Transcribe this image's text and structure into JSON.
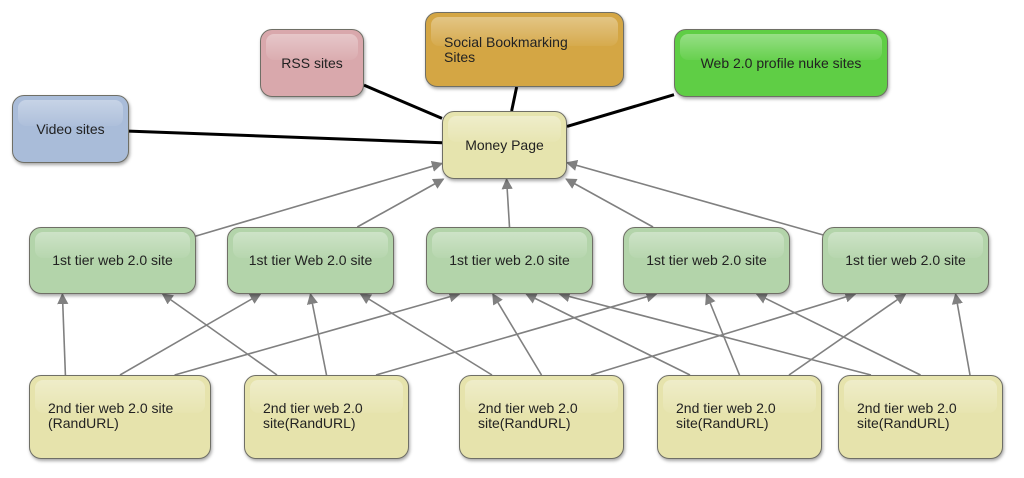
{
  "diagram": {
    "title": "",
    "colors": {
      "video": "#a9bcd9",
      "rss": "#d9a8ac",
      "social": "#d4a644",
      "web20": "#5fce45",
      "money": "#e6e4ae",
      "tier1": "#b3d4aa",
      "tier2": "#e6e3ac",
      "strong_edge": "#000000",
      "arrow_edge": "#808080"
    },
    "sources": [
      {
        "id": "video",
        "label": "Video sites"
      },
      {
        "id": "rss",
        "label": "RSS sites"
      },
      {
        "id": "social",
        "label": "Social Bookmarking\nSites"
      },
      {
        "id": "web20",
        "label": "Web 2.0 profile nuke sites"
      }
    ],
    "money_page": {
      "id": "money",
      "label": "Money Page"
    },
    "tier1": [
      {
        "id": "t1a",
        "label": "1st tier web 2.0 site"
      },
      {
        "id": "t1b",
        "label": "1st tier Web 2.0 site"
      },
      {
        "id": "t1c",
        "label": "1st tier web 2.0 site"
      },
      {
        "id": "t1d",
        "label": "1st tier web 2.0 site"
      },
      {
        "id": "t1e",
        "label": "1st tier web 2.0 site"
      }
    ],
    "tier2": [
      {
        "id": "t2a",
        "label": "2nd tier web 2.0 site\n(RandURL)"
      },
      {
        "id": "t2b",
        "label": "2nd tier web 2.0\nsite(RandURL)"
      },
      {
        "id": "t2c",
        "label": "2nd tier web 2.0\nsite(RandURL)"
      },
      {
        "id": "t2d",
        "label": "2nd tier web 2.0\nsite(RandURL)"
      },
      {
        "id": "t2e",
        "label": "2nd tier web 2.0\nsite(RandURL)"
      }
    ],
    "strong_links": [
      [
        "video",
        "money"
      ],
      [
        "rss",
        "money"
      ],
      [
        "social",
        "money"
      ],
      [
        "web20",
        "money"
      ]
    ],
    "arrow_links": [
      [
        "t1a",
        "money"
      ],
      [
        "t1b",
        "money"
      ],
      [
        "t1c",
        "money"
      ],
      [
        "t1d",
        "money"
      ],
      [
        "t1e",
        "money"
      ],
      [
        "t2a",
        "t1a"
      ],
      [
        "t2a",
        "t1b"
      ],
      [
        "t2a",
        "t1c"
      ],
      [
        "t2b",
        "t1a"
      ],
      [
        "t2b",
        "t1b"
      ],
      [
        "t2b",
        "t1d"
      ],
      [
        "t2c",
        "t1b"
      ],
      [
        "t2c",
        "t1c"
      ],
      [
        "t2c",
        "t1e"
      ],
      [
        "t2d",
        "t1c"
      ],
      [
        "t2d",
        "t1d"
      ],
      [
        "t2d",
        "t1e"
      ],
      [
        "t2e",
        "t1c"
      ],
      [
        "t2e",
        "t1d"
      ],
      [
        "t2e",
        "t1e"
      ]
    ]
  }
}
